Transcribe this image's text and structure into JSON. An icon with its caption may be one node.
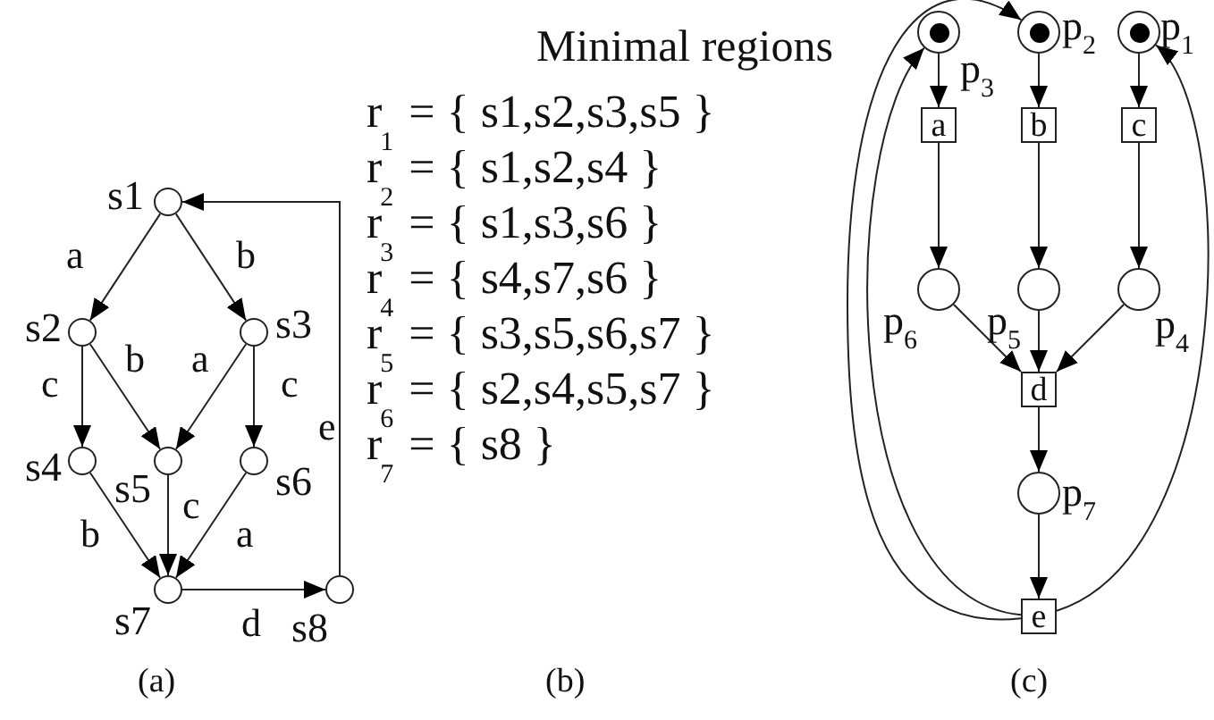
{
  "diagram": {
    "nodes": [
      {
        "text": [],
        "shape": "circle",
        "beside": [
          "s1"
        ]
      },
      {
        "text": [],
        "shape": "circle",
        "beside": [
          "s2"
        ]
      },
      {
        "text": [],
        "shape": "circle",
        "beside": [
          "s3"
        ]
      },
      {
        "text": [],
        "shape": "circle",
        "beside": [
          "s4"
        ]
      },
      {
        "text": [],
        "shape": "circle",
        "beside": [
          "s5"
        ]
      },
      {
        "text": [],
        "shape": "circle",
        "beside": [
          "s6"
        ]
      },
      {
        "text": [],
        "shape": "circle",
        "beside": [
          "s7"
        ]
      },
      {
        "text": [],
        "shape": "circle",
        "beside": [
          "s8"
        ]
      },
      {
        "text": [],
        "shape": "circle",
        "beside": [
          "p$_{3}$"
        ]
      },
      {
        "text": [],
        "shape": "circle",
        "beside": [
          "p$_{2}$"
        ]
      },
      {
        "text": [],
        "shape": "circle",
        "beside": [
          "p$_{1}$"
        ]
      },
      {
        "text": [
          "a"
        ]
      },
      {
        "text": [
          "b"
        ]
      },
      {
        "text": [
          "c"
        ]
      },
      {
        "text": [],
        "shape": "circle",
        "beside": [
          "p$_{6}$"
        ]
      },
      {
        "text": [],
        "shape": "circle",
        "beside": [
          "p$_{5}$"
        ]
      },
      {
        "text": [],
        "shape": "circle",
        "beside": [
          "p$_{4}$"
        ]
      },
      {
        "text": [
          "d"
        ]
      },
      {
        "text": [],
        "shape": "circle",
        "beside": [
          "p$_{7}$"
        ]
      },
      {
        "text": [
          "e"
        ]
      }
    ],
    "edges": [
      {
        "from": 0,
        "to": 1,
        "arrow": "to",
        "label": "a"
      },
      {
        "from": 0,
        "to": 2,
        "arrow": "to",
        "label": "b"
      },
      {
        "from": 1,
        "to": 3,
        "arrow": "to",
        "label": "c"
      },
      {
        "from": 1,
        "to": 4,
        "arrow": "to",
        "label": "b"
      },
      {
        "from": 2,
        "to": 4,
        "arrow": "to",
        "label": "a"
      },
      {
        "from": 2,
        "to": 5,
        "arrow": "to",
        "label": "c"
      },
      {
        "from": 3,
        "to": 6,
        "arrow": "to",
        "label": "b"
      },
      {
        "from": 4,
        "to": 6,
        "arrow": "to",
        "label": "c"
      },
      {
        "from": 5,
        "to": 6,
        "arrow": "to",
        "label": "a"
      },
      {
        "from": 6,
        "to": 7,
        "arrow": "to",
        "label": "d"
      },
      {
        "from": 7,
        "to": 0,
        "arrow": "to",
        "label": "e"
      },
      {
        "from": 8,
        "to": 11,
        "arrow": "to"
      },
      {
        "from": 9,
        "to": 12,
        "arrow": "to"
      },
      {
        "from": 10,
        "to": 13,
        "arrow": "to"
      },
      {
        "from": 11,
        "to": 14,
        "arrow": "to"
      },
      {
        "from": 12,
        "to": 15,
        "arrow": "to"
      },
      {
        "from": 13,
        "to": 16,
        "arrow": "to"
      },
      {
        "from": 14,
        "to": 17,
        "arrow": "to"
      },
      {
        "from": 15,
        "to": 17,
        "arrow": "to"
      },
      {
        "from": 16,
        "to": 17,
        "arrow": "to"
      },
      {
        "from": 17,
        "to": 18,
        "arrow": "to"
      },
      {
        "from": 18,
        "to": 19,
        "arrow": "to"
      },
      {
        "from": 19,
        "to": 8,
        "arrow": "to"
      },
      {
        "from": 19,
        "to": 9,
        "arrow": "to"
      },
      {
        "from": 19,
        "to": 10,
        "arrow": "to"
      }
    ],
    "labels": [
      "Minimal regions",
      "r$_{1}$ = { s1,s2,s3,s5 }",
      "r$_{2}$ = { s1,s2,s4 }",
      "r$_{3}$ = { s1,s3,s6 }",
      "r$_{4}$ = { s4,s7,s6 }",
      "r$_{5}$ = { s3,s5,s6,s7 }",
      "r$_{6}$ = { s2,s4,s5,s7 }",
      "r$_{7}$ = { s8 }",
      "(a)",
      "(b)",
      "(c)"
    ]
  }
}
